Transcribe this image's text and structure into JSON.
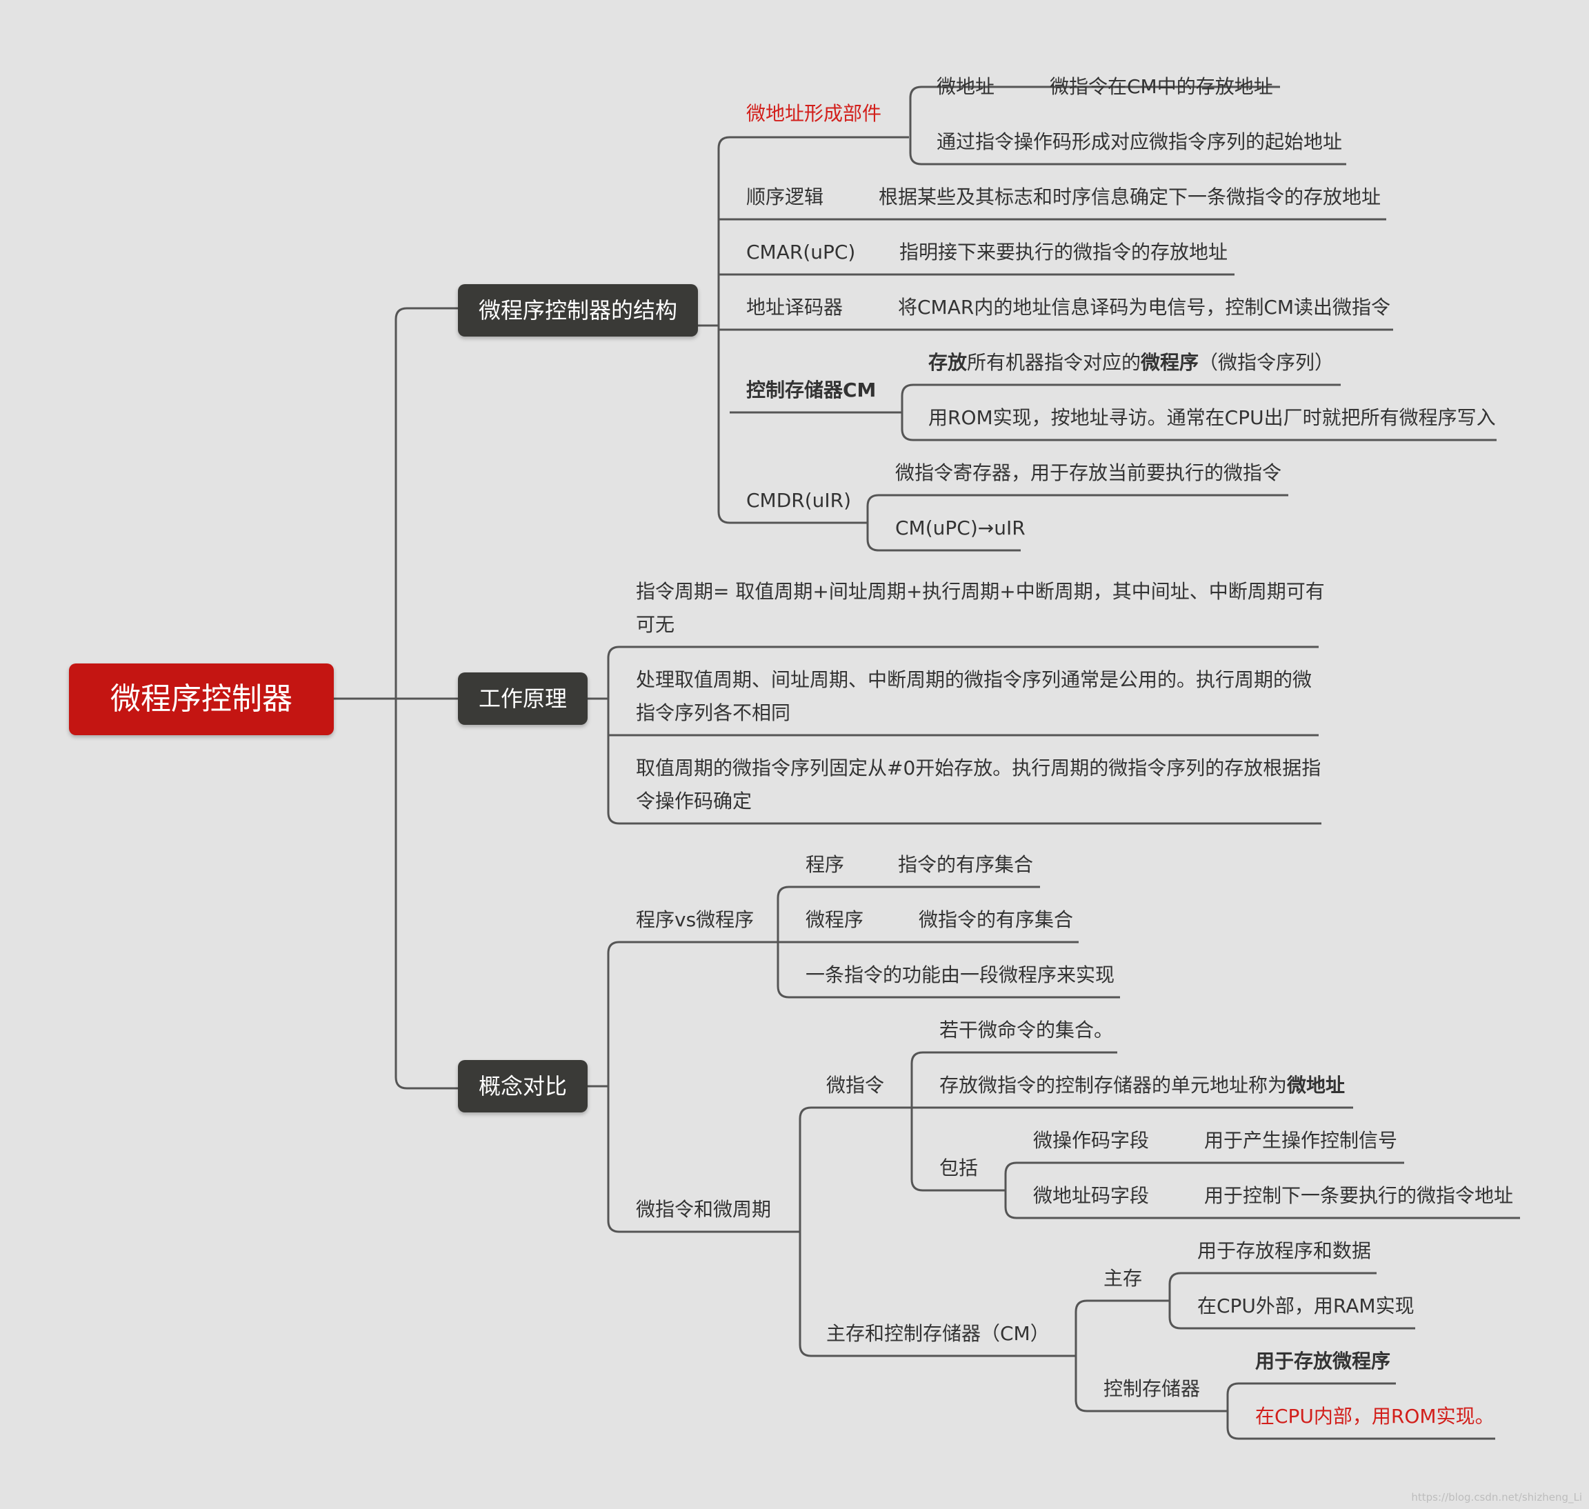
{
  "root": "微程序控制器",
  "branches": {
    "structure": {
      "label": "微程序控制器的结构",
      "micro_addr_unit": {
        "label": "微地址形成部件",
        "micro_addr": "微地址",
        "micro_addr_desc": "微指令在CM中的存放地址",
        "opcode_desc": "通过指令操作码形成对应微指令序列的起始地址"
      },
      "seq_logic": {
        "label": "顺序逻辑",
        "desc": "根据某些及其标志和时序信息确定下一条微指令的存放地址"
      },
      "cmar": {
        "label": "CMAR(uPC)",
        "desc": "指明接下来要执行的微指令的存放地址"
      },
      "decoder": {
        "label": "地址译码器",
        "desc": "将CMAR内的地址信息译码为电信号，控制CM读出微指令"
      },
      "cm": {
        "label": "控制存储器CM",
        "desc1_b1": "存放",
        "desc1_t1": "所有机器指令对应的",
        "desc1_b2": "微程序",
        "desc1_t2": "（微指令序列）",
        "desc2": "用ROM实现，按地址寻访。通常在CPU出厂时就把所有微程序写入"
      },
      "cmdr": {
        "label": "CMDR(uIR)",
        "desc1": "微指令寄存器，用于存放当前要执行的微指令",
        "desc2": "CM(uPC)→uIR"
      }
    },
    "principle": {
      "label": "工作原理",
      "item1": "指令周期= 取值周期+间址周期+执行周期+中断周期，其中间址、中断周期可有可无",
      "item2": "处理取值周期、间址周期、中断周期的微指令序列通常是公用的。执行周期的微指令序列各不相同",
      "item3": "取值周期的微指令序列固定从#0开始存放。执行周期的微指令序列的存放根据指令操作码确定"
    },
    "concepts": {
      "label": "概念对比",
      "prog_vs": {
        "label": "程序vs微程序",
        "prog": "程序",
        "prog_desc": "指令的有序集合",
        "micro": "微程序",
        "micro_desc": "微指令的有序集合",
        "note": "一条指令的功能由一段微程序来实现"
      },
      "instr_cycle": {
        "label": "微指令和微周期",
        "micro_instr": {
          "label": "微指令",
          "d1": "若干微命令的集合。",
          "d2_text": "存放微指令的控制存储器的单元地址称为",
          "d2_bold": "微地址",
          "include": {
            "label": "包括",
            "op": "微操作码字段",
            "op_desc": "用于产生操作控制信号",
            "addr": "微地址码字段",
            "addr_desc": "用于控制下一条要执行的微指令地址"
          }
        },
        "storage": {
          "label": "主存和控制存储器（CM）",
          "main": {
            "label": "主存",
            "d1": "用于存放程序和数据",
            "d2": "在CPU外部，用RAM实现"
          },
          "cs": {
            "label": "控制存储器",
            "d1": "用于存放微程序",
            "d2": "在CPU内部，用ROM实现。"
          }
        }
      }
    }
  },
  "watermark": "https://blog.csdn.net/shizheng_Li",
  "colors": {
    "background": "#e3e3e3",
    "root": "#c41512",
    "main_node": "#3a3a37",
    "line": "#555555",
    "red_text": "#d21f1b"
  }
}
